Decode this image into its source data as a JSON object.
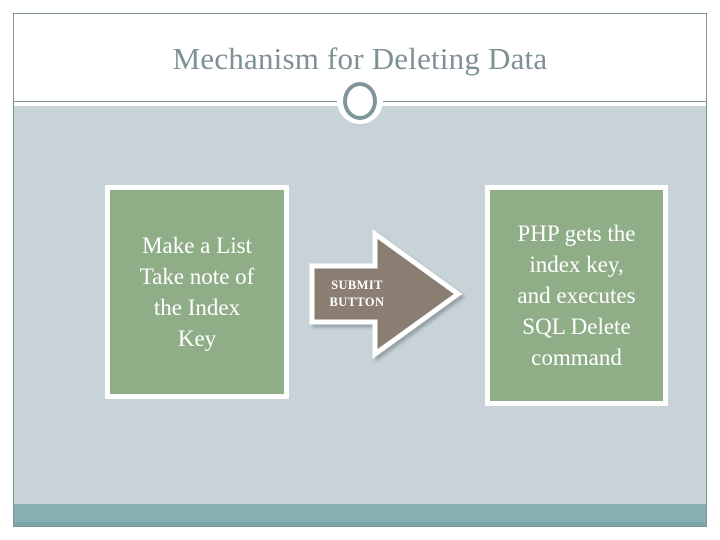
{
  "slide": {
    "title": "Mechanism for Deleting Data",
    "theme": {
      "title_color": "#7e9195",
      "rule_color": "#7e9599",
      "body_background": "#c8d3d8",
      "footer_bar": "#87aeb0",
      "footer_bar_dark": "#7ba4a7",
      "box_fill": "#8fae88",
      "box_border": "#ffffff",
      "arrow_fill": "#8a7d72",
      "arrow_outline": "#ffffff",
      "text_on_fill": "#ffffff"
    }
  },
  "diagram": {
    "type": "flow",
    "steps": [
      {
        "id": "step-1",
        "shape": "rectangle",
        "label": "Make a List\nTake note of\nthe Index\nKey"
      },
      {
        "id": "connector-1",
        "shape": "right-arrow",
        "label": "SUBMIT\nBUTTON"
      },
      {
        "id": "step-2",
        "shape": "rectangle",
        "label": "PHP gets the\nindex key,\nand executes\nSQL Delete\ncommand"
      }
    ]
  },
  "decorations": {
    "title_ring": "circle-ring-ornament"
  }
}
